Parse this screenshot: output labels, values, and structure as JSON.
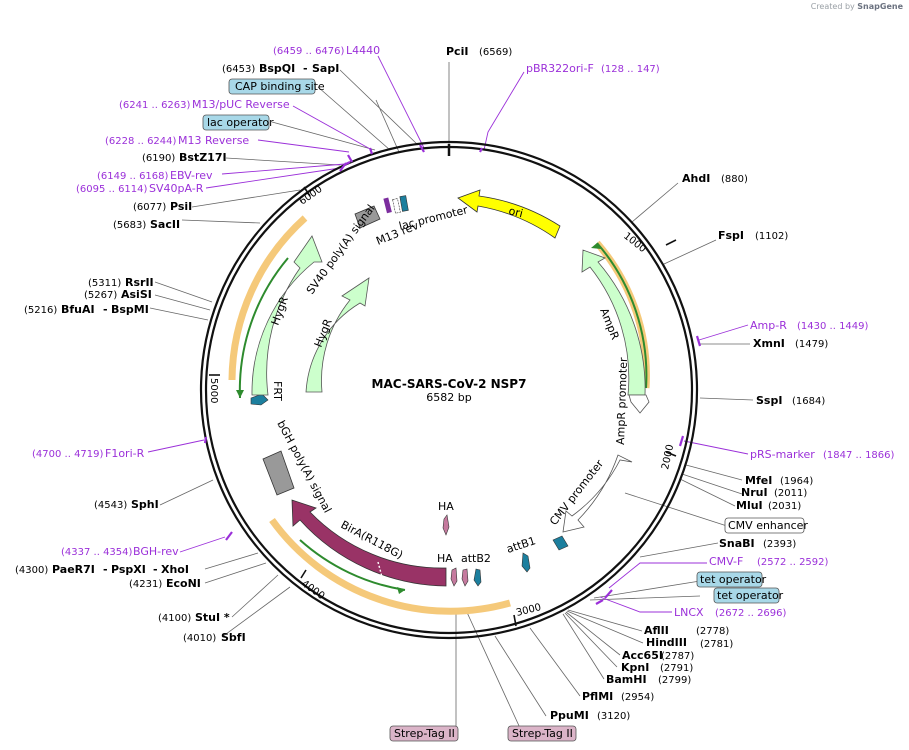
{
  "credit": {
    "prefix": "Created by",
    "brand": "SnapGene"
  },
  "map": {
    "name": "MAC-SARS-CoV-2 NSP7",
    "length_label": "6582 bp",
    "ticks": [
      "1000",
      "2000",
      "3000",
      "4000",
      "5000",
      "6000"
    ]
  },
  "features": {
    "ori": "ori",
    "ampr": "AmpR",
    "ampr_promoter": "AmpR promoter",
    "cmv_promoter": "CMV promoter",
    "attb1": "attB1",
    "attb2": "attB2",
    "ha1": "HA",
    "ha2": "HA",
    "bira": "BirA(R118G)",
    "bgh": "bGH poly(A) signal",
    "frt": "FRT",
    "hygr_inner": "HygR",
    "hygr_outer": "HygR",
    "sv40": "SV40 poly(A) signal",
    "m13rev": "M13 rev",
    "lacprom": "lac promoter"
  },
  "enzymes": [
    {
      "name": "PciI",
      "pos": "(6569)"
    },
    {
      "name": "AhdI",
      "pos": "(880)"
    },
    {
      "name": "FspI",
      "pos": "(1102)"
    },
    {
      "name": "XmnI",
      "pos": "(1479)"
    },
    {
      "name": "SspI",
      "pos": "(1684)"
    },
    {
      "name": "MfeI",
      "pos": "(1964)"
    },
    {
      "name": "NruI",
      "pos": "(2011)"
    },
    {
      "name": "MluI",
      "pos": "(2031)"
    },
    {
      "name": "SnaBI",
      "pos": "(2393)"
    },
    {
      "name": "AflII",
      "pos": "(2778)"
    },
    {
      "name": "HindIII",
      "pos": "(2781)"
    },
    {
      "name": "Acc65I",
      "pos": "(2787)"
    },
    {
      "name": "KpnI",
      "pos": "(2791)"
    },
    {
      "name": "BamHI",
      "pos": "(2799)"
    },
    {
      "name": "PflMI",
      "pos": "(2954)"
    },
    {
      "name": "PpuMI",
      "pos": "(3120)"
    },
    {
      "name": "SbfI",
      "pos": "(4010)"
    },
    {
      "name": "StuI *",
      "pos": "(4100)"
    },
    {
      "name": "EcoNI",
      "pos": "(4231)"
    },
    {
      "name": "PaeR7I",
      "name2": "PspXI",
      "name3": "XhoI",
      "pos": "(4300)"
    },
    {
      "name": "SphI",
      "pos": "(4543)"
    },
    {
      "name": "BfuAI",
      "name2": "BspMI",
      "pos": "(5216)"
    },
    {
      "name": "AsiSI",
      "pos": "(5267)"
    },
    {
      "name": "RsrII",
      "pos": "(5311)"
    },
    {
      "name": "SacII",
      "pos": "(5683)"
    },
    {
      "name": "PsiI",
      "pos": "(6077)"
    },
    {
      "name": "BstZ17I",
      "pos": "(6190)"
    },
    {
      "name": "BspQI",
      "name2": "SapI",
      "pos": "(6453)"
    }
  ],
  "primers": [
    {
      "name": "L4440",
      "pos": "(6459 .. 6476)"
    },
    {
      "name": "pBR322ori-F",
      "pos": "(128 .. 147)"
    },
    {
      "name": "Amp-R",
      "pos": "(1430 .. 1449)"
    },
    {
      "name": "pRS-marker",
      "pos": "(1847 .. 1866)"
    },
    {
      "name": "CMV-F",
      "pos": "(2572 .. 2592)"
    },
    {
      "name": "LNCX",
      "pos": "(2672 .. 2696)"
    },
    {
      "name": "BGH-rev",
      "pos": "(4337 .. 4354)"
    },
    {
      "name": "F1ori-R",
      "pos": "(4700 .. 4719)"
    },
    {
      "name": "SV40pA-R",
      "pos": "(6095 .. 6114)"
    },
    {
      "name": "EBV-rev",
      "pos": "(6149 .. 6168)"
    },
    {
      "name": "M13 Reverse",
      "pos": "(6228 .. 6244)"
    },
    {
      "name": "M13/pUC Reverse",
      "pos": "(6241 .. 6263)"
    }
  ],
  "boxes": {
    "cap": "CAP binding site",
    "lacop": "lac operator",
    "cmvenh": "CMV enhancer",
    "tetop1": "tet operator",
    "tetop2": "tet operator",
    "strep1": "Strep-Tag II",
    "strep2": "Strep-Tag II"
  },
  "colors": {
    "ori": "#ffff00",
    "ampr": "#ccffcc",
    "hygr": "#ccffcc",
    "bira": "#993366",
    "attb": "#1c7f9e",
    "primer": "#9b30d9",
    "box_blue": "#a8d8e8",
    "box_pink": "#dbb4c8",
    "orf_outline": "#f5c97a"
  }
}
